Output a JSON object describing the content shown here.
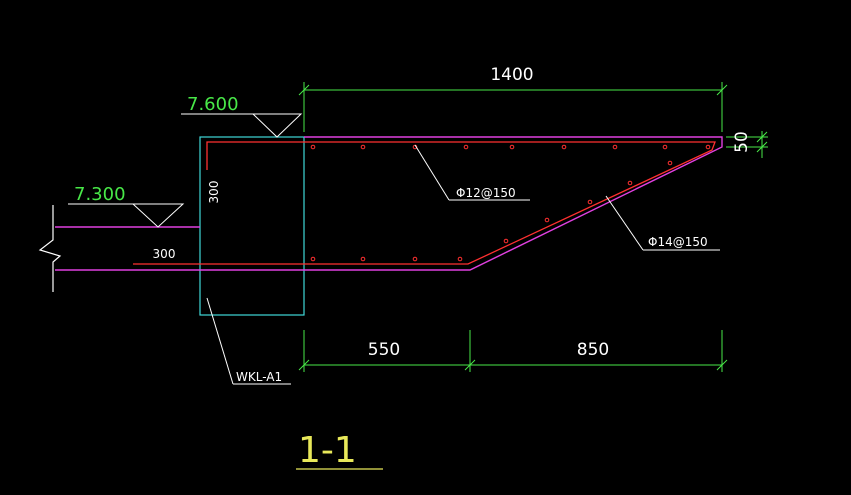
{
  "section_title": "1-1",
  "elevations": {
    "top": "7.600",
    "lower": "7.300"
  },
  "dimensions": {
    "overall_width": "1400",
    "tip_thickness": "50",
    "segment_left": "550",
    "segment_right": "850",
    "beam_height_label": "300",
    "slab_label": "300"
  },
  "rebar": {
    "top_bars": "Φ12@150",
    "bottom_bars": "Φ14@150"
  },
  "beam_tag": "WKL-A1",
  "colors": {
    "background": "#000000",
    "dimension": "#48e848",
    "outline": "#e040e0",
    "rebar": "#ff3030",
    "beam": "#40d8d8",
    "text": "#ffffff",
    "title": "#e8e85a"
  }
}
